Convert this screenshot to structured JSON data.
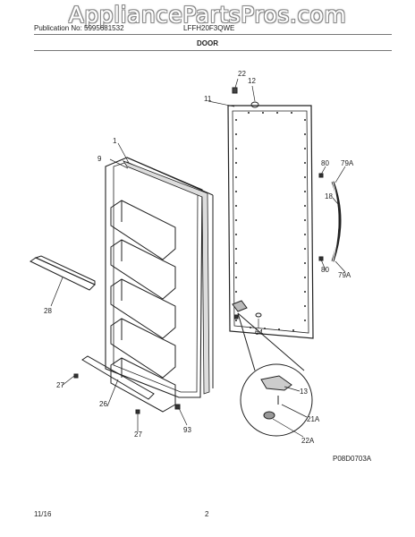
{
  "watermark": "AppliancePartsPros.com",
  "header": {
    "publication": "Publication No: 5995681532",
    "model": "LFFH20F3QWE"
  },
  "title": "DOOR",
  "diagram_code": "P08D0703A",
  "footer": {
    "date": "11/16",
    "page": "2"
  },
  "callouts": {
    "c22": "22",
    "c12": "12",
    "c11": "11",
    "c1": "1",
    "c9": "9",
    "c80a": "80",
    "c79a": "79A",
    "c18": "18",
    "c80b": "80",
    "c79b": "79A",
    "c28": "28",
    "c64": "64",
    "c27a": "27",
    "c26": "26",
    "c27b": "27",
    "c93": "93",
    "c13": "13",
    "c21a": "21A",
    "c22a": "22A"
  }
}
